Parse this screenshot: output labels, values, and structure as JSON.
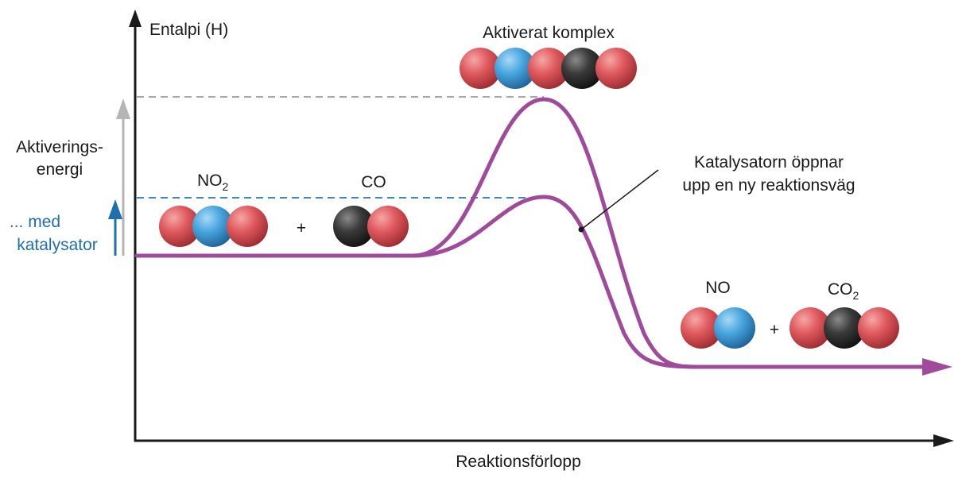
{
  "axes": {
    "y_label": "Entalpi (H)",
    "x_label": "Reaktionsförlopp"
  },
  "labels": {
    "activated_complex": "Aktiverat komplex",
    "activation_energy_line1": "Aktiverings-",
    "activation_energy_line2": "energi",
    "with_catalyst_line1": "... med",
    "with_catalyst_line2": "katalysator",
    "catalyst_line1": "Katalysatorn öppnar",
    "catalyst_line2": "upp en ny reaktionsväg",
    "plus": "+"
  },
  "molecules": {
    "no2": {
      "formula": "NO",
      "subscript": "2",
      "atoms": [
        "O",
        "N",
        "O"
      ]
    },
    "co": {
      "formula": "CO",
      "atoms": [
        "C",
        "O"
      ]
    },
    "complex": {
      "atoms": [
        "O",
        "N",
        "O",
        "C",
        "O"
      ]
    },
    "no": {
      "formula": "NO",
      "atoms": [
        "O",
        "N"
      ]
    },
    "co2": {
      "formula": "CO",
      "subscript": "2",
      "atoms": [
        "O",
        "C",
        "O"
      ]
    }
  },
  "colors": {
    "curve": "#a04a9c",
    "axis": "#1a1a1a",
    "activation_arrow": "#b5b5b5",
    "catalyst_arrow": "#1f6fae",
    "dashed_gray": "#a8a8a8",
    "dashed_blue": "#3a86c8",
    "oxygen": "#d9444b",
    "nitrogen": "#3a9ad9",
    "carbon": "#2b2b2b"
  }
}
